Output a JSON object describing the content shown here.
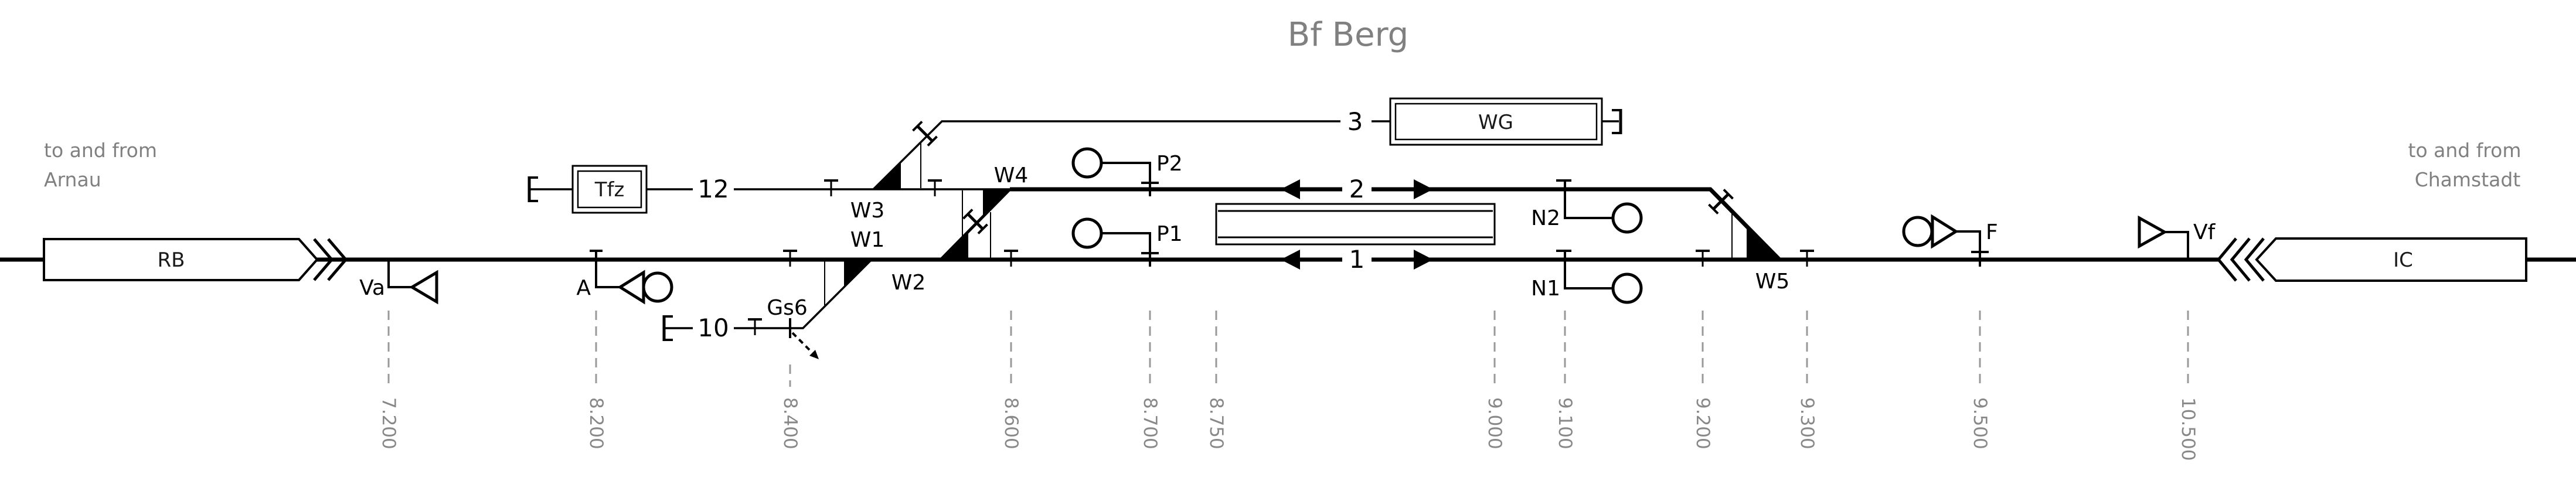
{
  "title": "Bf Berg",
  "left_note": {
    "line1": "to and from",
    "line2": "Arnau"
  },
  "right_note": {
    "line1": "to and from",
    "line2": "Chamstadt"
  },
  "trains": {
    "rb": "RB",
    "ic": "IC"
  },
  "facilities": {
    "tfz": "Tfz",
    "wg": "WG"
  },
  "tracks": {
    "t1": "1",
    "t2": "2",
    "t3": "3",
    "t10": "10",
    "t12": "12"
  },
  "switches": {
    "w1": "W1",
    "w2": "W2",
    "w3": "W3",
    "w4": "W4",
    "w5": "W5"
  },
  "derailer": {
    "gs6": "Gs6"
  },
  "signals": {
    "va": "Va",
    "a": "A",
    "p1": "P1",
    "p2": "P2",
    "n1": "N1",
    "n2": "N2",
    "f": "F",
    "vf": "Vf"
  },
  "km_marks": [
    {
      "label": "7.200"
    },
    {
      "label": "8.200"
    },
    {
      "label": "8.400"
    },
    {
      "label": "8.600"
    },
    {
      "label": "8.700"
    },
    {
      "label": "8.750"
    },
    {
      "label": "9.000"
    },
    {
      "label": "9.100"
    },
    {
      "label": "9.200"
    },
    {
      "label": "9.300"
    },
    {
      "label": "9.500"
    },
    {
      "label": "10.500"
    }
  ],
  "colors": {
    "track": "#000000",
    "muted_text": "#808080",
    "km_dash": "#999999"
  }
}
